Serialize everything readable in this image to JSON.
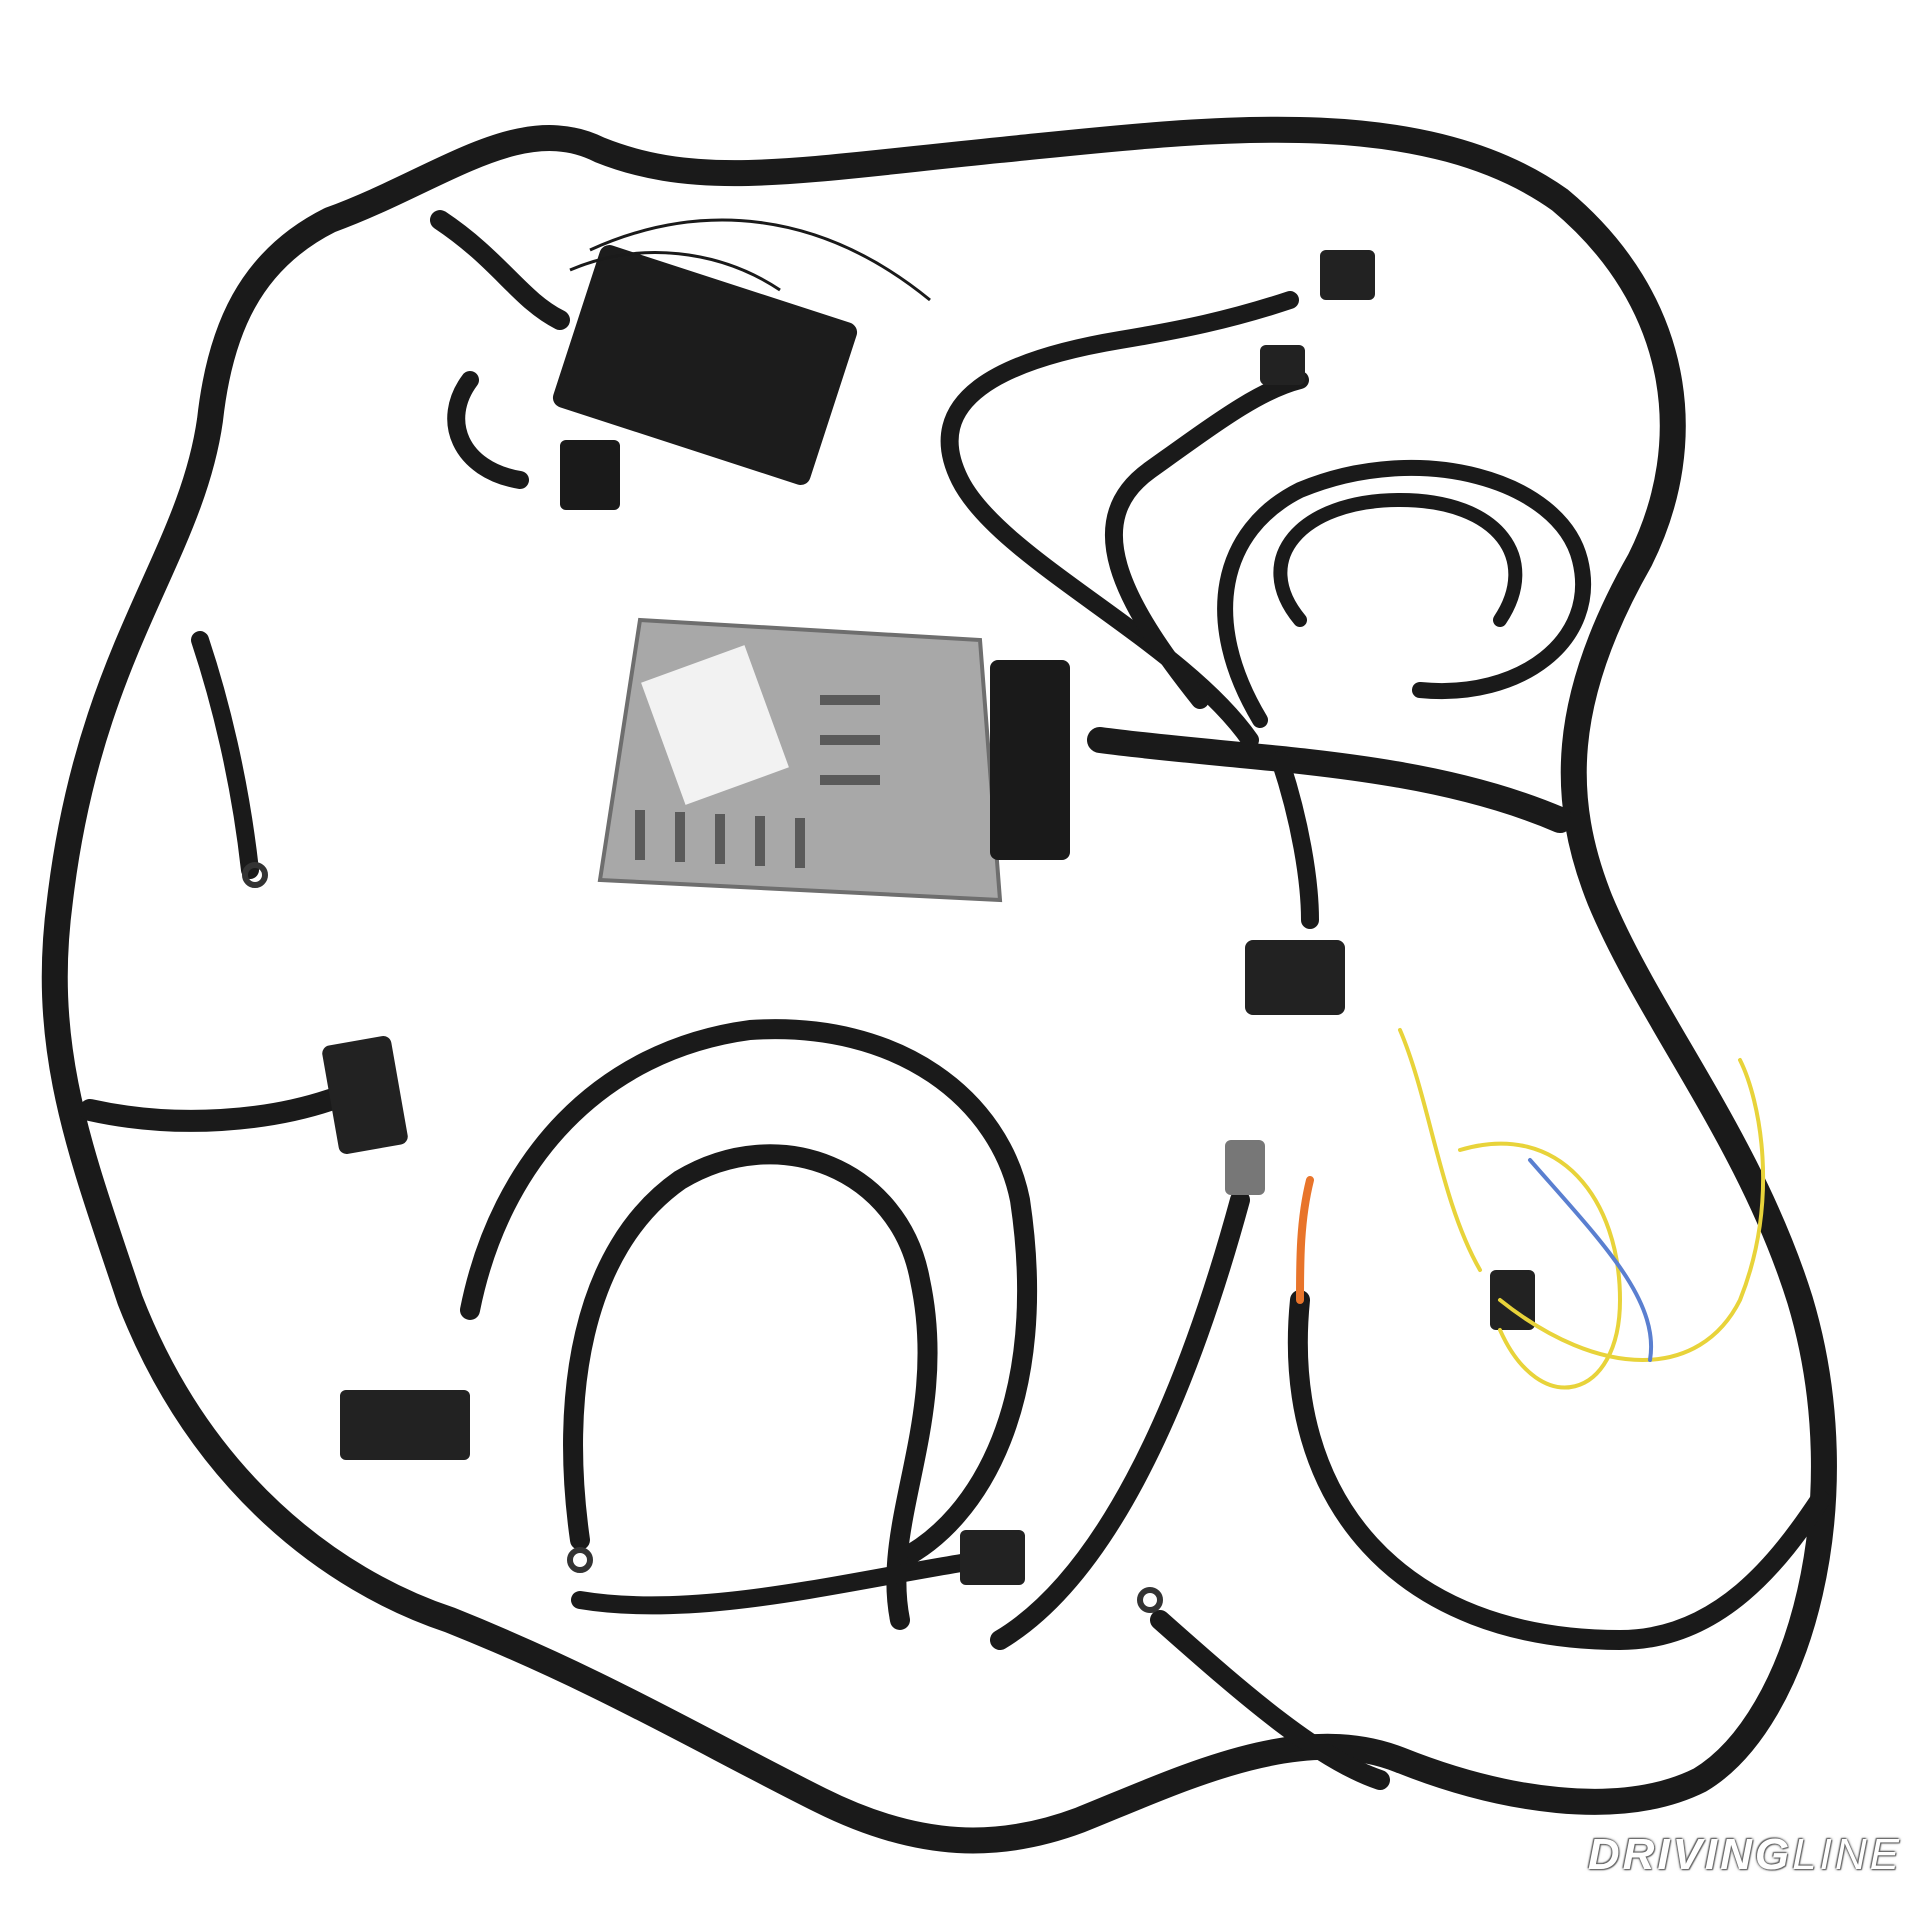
{
  "image": {
    "subject": "Engine wiring harness with control module",
    "background": "#ffffff",
    "colors": {
      "harness": "#1a1a1a",
      "module_metal": "#a8a8a8",
      "module_label": "#f2f2f2",
      "connector": "#222222",
      "yellow_wire": "#e8d33a",
      "orange_wire": "#e8742a",
      "blue_wire": "#5a7fd0"
    }
  },
  "watermark": {
    "bold": "DRIVING",
    "thin": "LINE"
  }
}
